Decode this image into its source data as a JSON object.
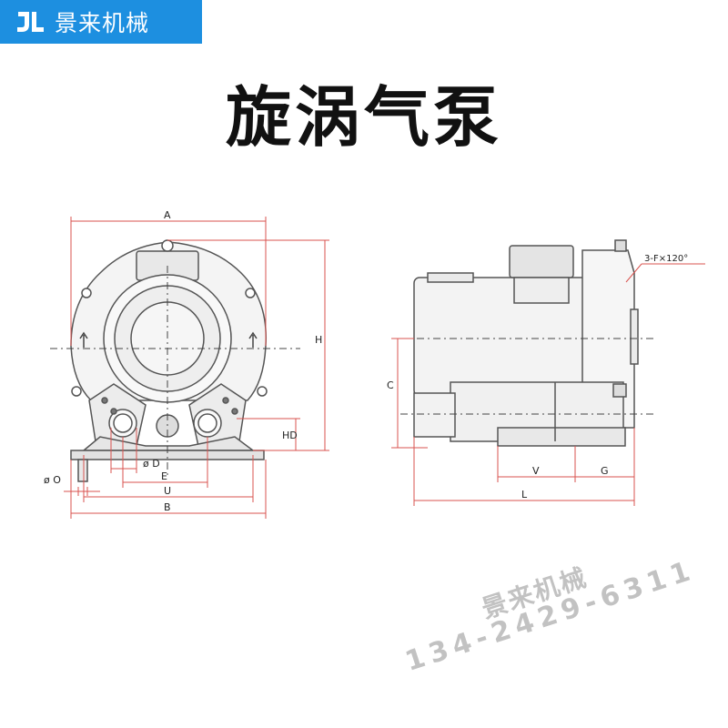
{
  "header": {
    "brand_name": "景来机械",
    "brand_color": "#1d8fe0",
    "logo_icon": "jl-logo-icon"
  },
  "title": "旋涡气泵",
  "dimension_labels": {
    "A": "A",
    "B": "B",
    "C": "C",
    "D": "ø D",
    "E": "E",
    "G": "G",
    "H": "H",
    "HD": "HD",
    "L": "L",
    "O": "ø O",
    "U": "U",
    "V": "V",
    "F": "3-F×120°"
  },
  "dimension_color": "#d9534f",
  "watermark": {
    "name": "景来机械",
    "phone": "134-2429-6311"
  }
}
